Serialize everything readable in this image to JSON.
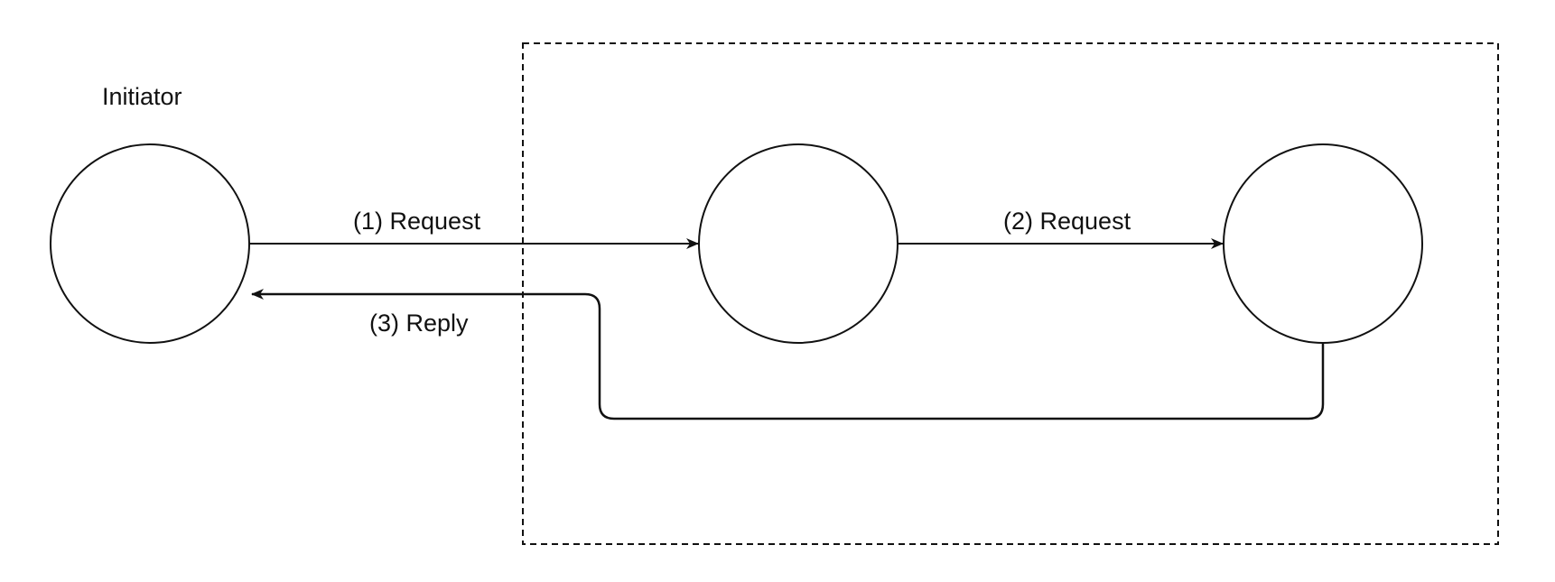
{
  "diagram": {
    "initiator_label": "Initiator",
    "edges": {
      "request_1": "(1) Request",
      "request_2": "(2) Request",
      "reply_3": "(3) Reply"
    }
  },
  "colors": {
    "stroke": "#111111",
    "background": "#ffffff"
  }
}
